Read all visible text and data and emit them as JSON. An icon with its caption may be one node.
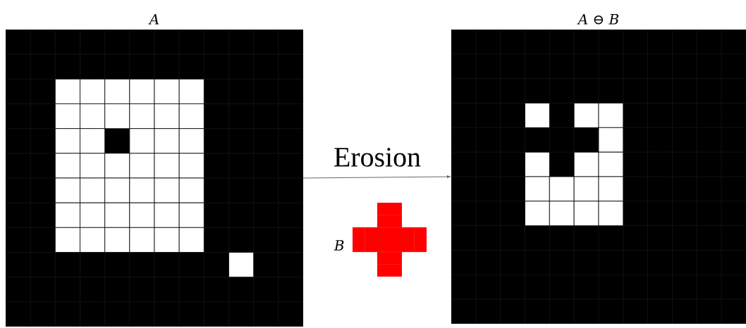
{
  "diagram": {
    "nodes": [
      {
        "text": [
          "A"
        ]
      },
      {
        "text": [
          "A ⊖ B"
        ]
      },
      {
        "text": [],
        "shape": "cross",
        "beside": [
          "B"
        ]
      }
    ],
    "edges": [
      {
        "from": 0,
        "to": 1,
        "arrow": "to",
        "label": "Erosion"
      }
    ]
  }
}
